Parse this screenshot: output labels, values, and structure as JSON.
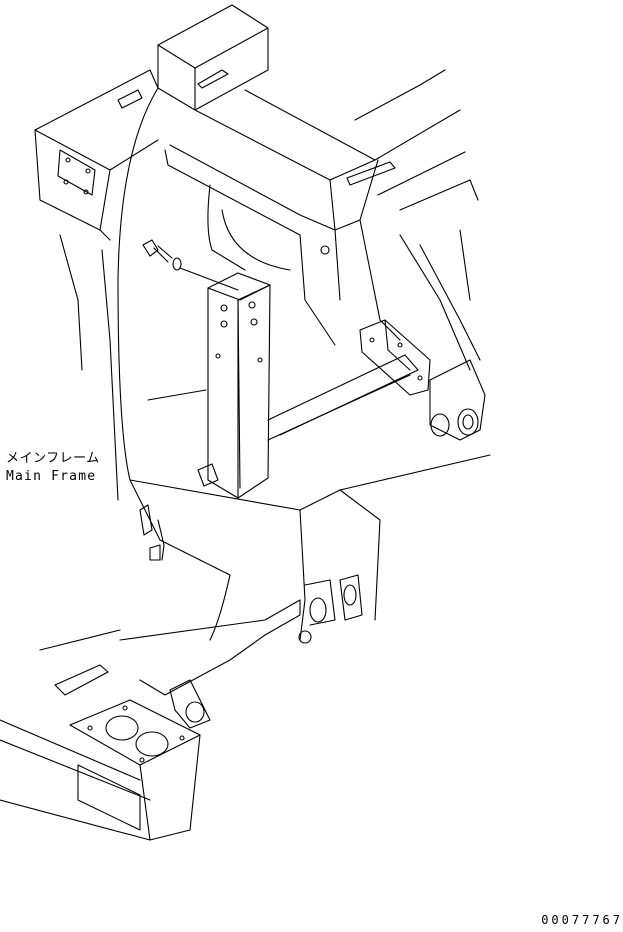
{
  "labels": {
    "main_frame_jp": "メインフレーム",
    "main_frame_en": "Main Frame"
  },
  "drawing_number": "00077767",
  "colors": {
    "line": "#000000",
    "background": "#ffffff"
  }
}
